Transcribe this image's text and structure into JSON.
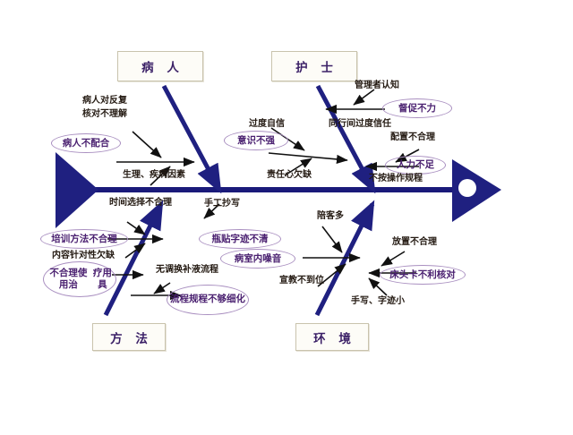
{
  "diagram": {
    "type": "fishbone-ishikawa",
    "title_boxes": [
      {
        "id": "patient",
        "label": "病 人"
      },
      {
        "id": "nurse",
        "label": "护 士"
      },
      {
        "id": "method",
        "label": "方 法"
      },
      {
        "id": "environment",
        "label": "环 境"
      }
    ],
    "colors": {
      "spine": "#1a1a7a",
      "branch": "#1f2080",
      "sub_branch": "#111111",
      "oval_outline": "#a98fc0",
      "oval_text": "#4a2070",
      "plain_text": "#241a12",
      "box_border": "#c9c3ad",
      "box_fill": "#fdfcf7",
      "box_text": "#3a1f66",
      "background": "#ffffff"
    },
    "categories": [
      {
        "name": "病 人",
        "position": "top-left",
        "causes": [
          {
            "text": "病人对反复核对不理解",
            "style": "plain"
          },
          {
            "text": "病人不配合",
            "style": "oval"
          },
          {
            "text": "生理、疾病因素",
            "style": "plain"
          }
        ]
      },
      {
        "name": "护 士",
        "position": "top-right",
        "causes": [
          {
            "text": "管理者认知",
            "style": "plain"
          },
          {
            "text": "督促不力",
            "style": "oval"
          },
          {
            "text": "过度自信",
            "style": "plain"
          },
          {
            "text": "同行间过度信任",
            "style": "plain"
          },
          {
            "text": "意识不强",
            "style": "oval"
          },
          {
            "text": "责任心欠缺",
            "style": "plain"
          },
          {
            "text": "配置不合理",
            "style": "plain"
          },
          {
            "text": "人力不足",
            "style": "oval"
          },
          {
            "text": "不按操作规程",
            "style": "plain"
          }
        ]
      },
      {
        "name": "方 法",
        "position": "bottom-left",
        "causes": [
          {
            "text": "时间选择不合理",
            "style": "plain"
          },
          {
            "text": "培训方法不合理",
            "style": "oval"
          },
          {
            "text": "内容针对性欠缺",
            "style": "plain"
          },
          {
            "text": "不合理使用治疗用具",
            "style": "oval"
          },
          {
            "text": "无调换补液流程",
            "style": "plain"
          },
          {
            "text": "流程规程不够细化",
            "style": "oval"
          }
        ]
      },
      {
        "name": "环 境",
        "position": "bottom-right",
        "causes": [
          {
            "text": "手工抄写",
            "style": "plain"
          },
          {
            "text": "瓶贴字迹不清",
            "style": "oval"
          },
          {
            "text": "病室内噪音",
            "style": "oval"
          },
          {
            "text": "陪客多",
            "style": "plain"
          },
          {
            "text": "宣教不到位",
            "style": "plain"
          },
          {
            "text": "放置不合理",
            "style": "plain"
          },
          {
            "text": "床头卡不利核对",
            "style": "oval"
          },
          {
            "text": "手写、字迹小",
            "style": "plain"
          }
        ]
      }
    ]
  },
  "labels": {
    "box_patient": "病 人",
    "box_nurse": "护 士",
    "box_method": "方 法",
    "box_environment": "环 境",
    "patient_misunderstand": "病人对反复\n核对不理解",
    "patient_misunderstand_l1": "病人对反复",
    "patient_misunderstand_l2": "核对不理解",
    "patient_uncooperative": "病人不配合",
    "patient_physio": "生理、疾病因素",
    "nurse_manager_cognition": "管理者认知",
    "nurse_supervision_weak": "督促不力",
    "nurse_overconfident": "过度自信",
    "nurse_peer_trust": "同行间过度信任",
    "nurse_low_awareness": "意识不强",
    "nurse_low_responsibility": "责任心欠缺",
    "nurse_staffing_unreasonable": "配置不合理",
    "nurse_manpower_short": "人力不足",
    "nurse_not_follow_procedure": "不按操作规程",
    "method_time_choice": "时间选择不合理",
    "method_training": "培训方法不合理",
    "method_content_targeting": "内容针对性欠缺",
    "method_improper_tools_l1": "不合理使用治",
    "method_improper_tools_l2": "疗用具",
    "method_no_swap_flow": "无调换补液流程",
    "method_flow_not_detailed_l1": "流程规程不够细",
    "method_flow_not_detailed_l2": "化",
    "env_handwriting_copy": "手工抄写",
    "env_bottle_label_unclear": "瓶贴字迹不清",
    "env_ward_noise": "病室内噪音",
    "env_many_visitors": "陪客多",
    "env_education_insufficient": "宣教不到位",
    "env_placement_unreasonable": "放置不合理",
    "env_bedcard_poor": "床头卡不利核对",
    "env_handwriting_small": "手写、字迹小"
  }
}
